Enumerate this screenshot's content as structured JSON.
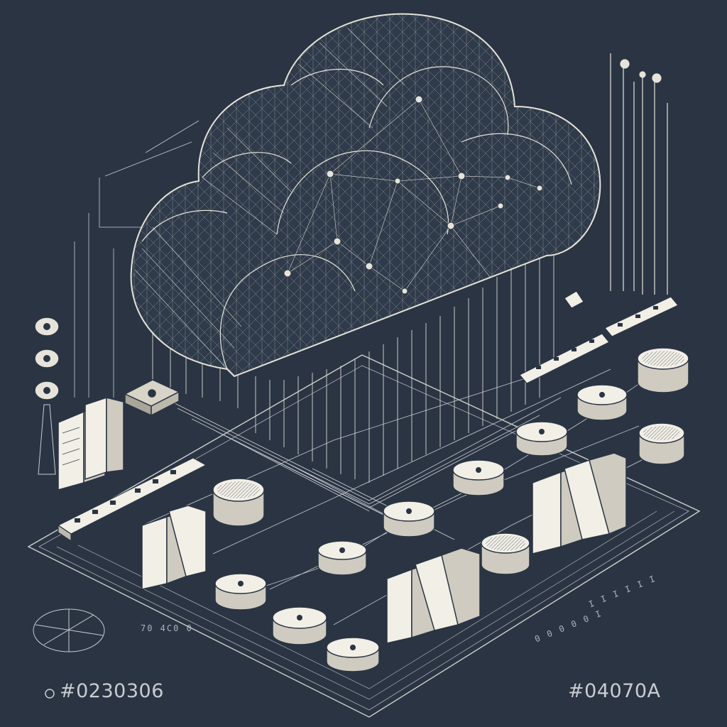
{
  "captions": {
    "left": "#0230306",
    "right": "#04070A"
  },
  "marks": {
    "a": "70 4C0 0",
    "b": "0 0 0 0 0 I",
    "c": "I I I I I I"
  },
  "colors": {
    "background": "#2a3443",
    "line": "#d9d9cf",
    "line_dim": "#aeb3bb",
    "block_face": "#f2efe6",
    "block_shadow": "#9aa0a8"
  },
  "icons": {
    "cloud": "cloud-network-icon",
    "server": "server-rack-icon",
    "disk": "storage-disk-icon",
    "node": "network-node-icon",
    "antenna": "antenna-icon",
    "compass": "compass-icon"
  }
}
